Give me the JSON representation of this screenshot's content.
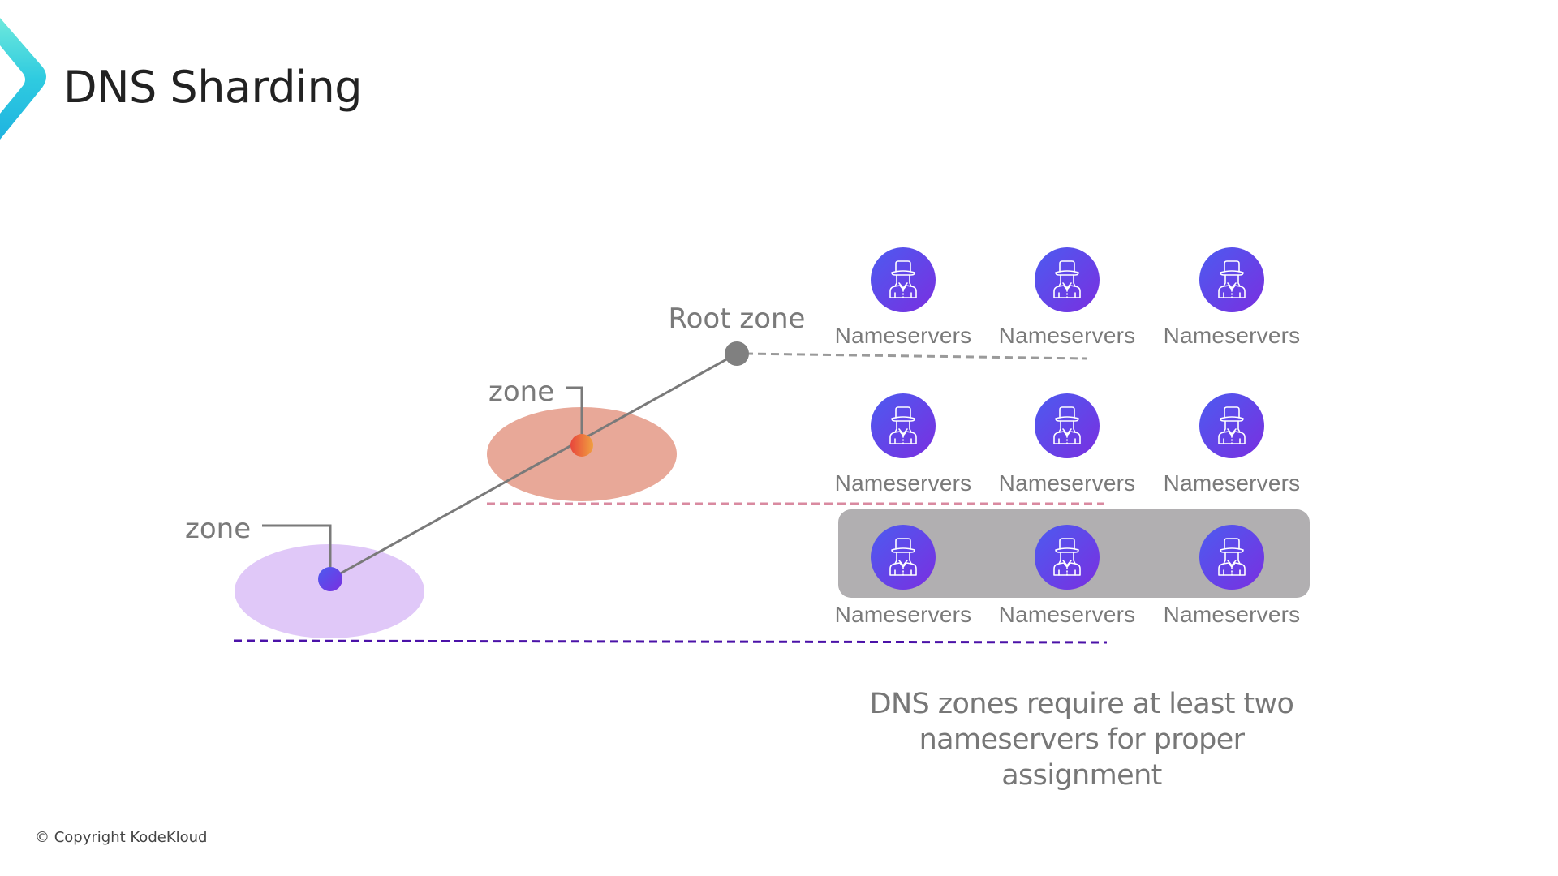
{
  "header": {
    "title": "DNS Sharding",
    "logo_icon": "chevron-right-logo"
  },
  "diagram": {
    "root": {
      "label": "Root zone",
      "node_color": "#808080",
      "line_color": "#999999"
    },
    "zones": [
      {
        "label": "zone",
        "fill_color": "#E8A898",
        "node_gradient": [
          "#E8463C",
          "#F0A040"
        ],
        "line_color": "#D98AA0"
      },
      {
        "label": "zone",
        "fill_color": "#E0C8F8",
        "node_gradient": [
          "#4C5BF0",
          "#7A2FE0"
        ],
        "line_color": "#4B12A8"
      }
    ],
    "nameserver_rows": [
      {
        "level": "root",
        "highlighted": false,
        "servers": [
          {
            "label": "Nameservers",
            "icon": "spy-person-icon"
          },
          {
            "label": "Nameservers",
            "icon": "spy-person-icon"
          },
          {
            "label": "Nameservers",
            "icon": "spy-person-icon"
          }
        ]
      },
      {
        "level": "zone-1",
        "highlighted": false,
        "servers": [
          {
            "label": "Nameservers",
            "icon": "spy-person-icon"
          },
          {
            "label": "Nameservers",
            "icon": "spy-person-icon"
          },
          {
            "label": "Nameservers",
            "icon": "spy-person-icon"
          }
        ]
      },
      {
        "level": "zone-2",
        "highlighted": true,
        "servers": [
          {
            "label": "Nameservers",
            "icon": "spy-person-icon"
          },
          {
            "label": "Nameservers",
            "icon": "spy-person-icon"
          },
          {
            "label": "Nameservers",
            "icon": "spy-person-icon"
          }
        ]
      }
    ],
    "highlight_color": "#B1AFB1",
    "icon_gradient": [
      "#4C5BF0",
      "#7A2FE0"
    ]
  },
  "caption": {
    "line1": "DNS zones require at least two",
    "line2": "nameservers for proper assignment"
  },
  "footer": {
    "copyright": "© Copyright KodeKloud"
  }
}
